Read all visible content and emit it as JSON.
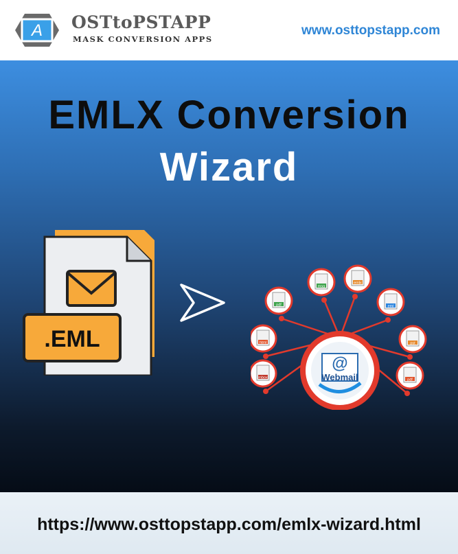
{
  "header": {
    "logo_letter": "A",
    "brand_name": "OSTtoPSTAPP",
    "brand_tagline": "MASK CONVERSION APPS",
    "site_url": "www.osttopstapp.com"
  },
  "banner": {
    "title_line1": "EMLX Conversion",
    "title_line2": "Wizard",
    "source_label": ".EML",
    "hub_label": "Webmail",
    "hub_symbol": "@",
    "format_icons": [
      "pdf",
      "msg",
      "emlx",
      "eml",
      "html",
      "pst",
      "mbox",
      "pdf"
    ],
    "colors": {
      "accent": "#e8302a",
      "file_orange": "#f7a93a",
      "arrow": "#ffffff"
    }
  },
  "footer": {
    "url": "https://www.osttopstapp.com/emlx-wizard.html"
  }
}
